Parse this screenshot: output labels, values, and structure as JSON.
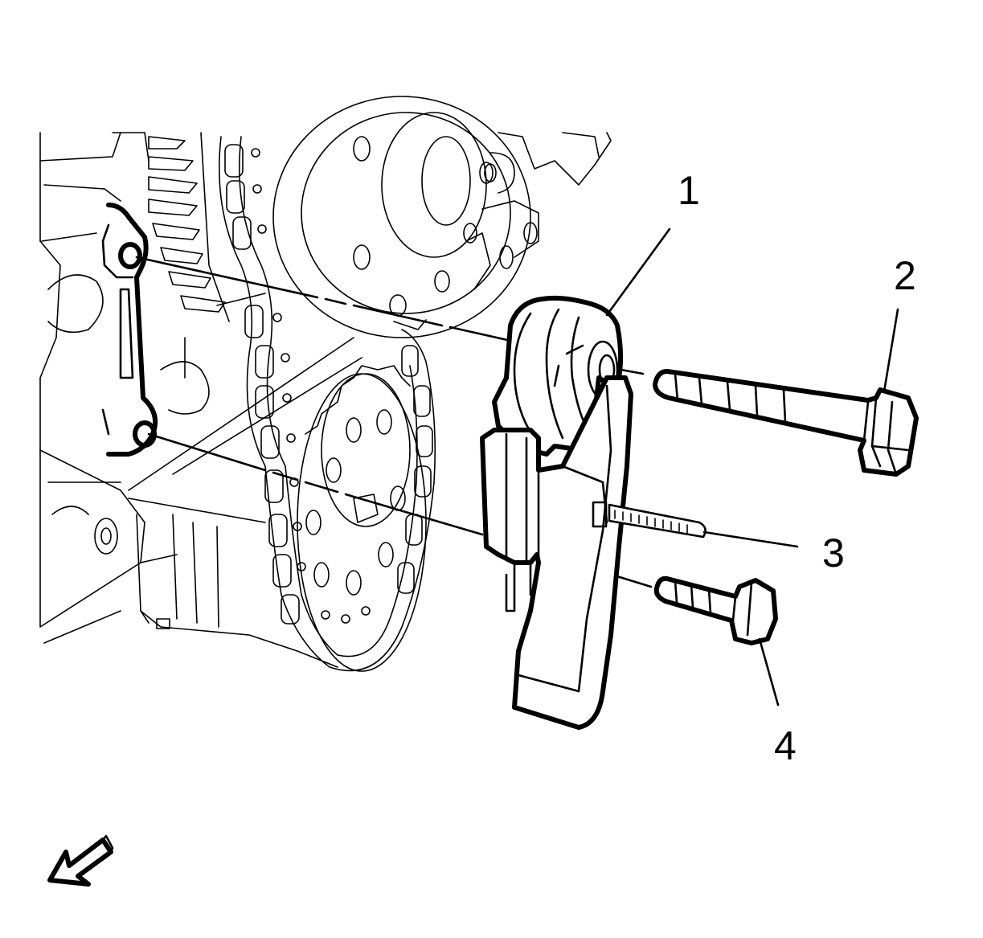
{
  "callouts": [
    {
      "id": "1",
      "label": "1"
    },
    {
      "id": "2",
      "label": "2"
    },
    {
      "id": "3",
      "label": "3"
    },
    {
      "id": "4",
      "label": "4"
    }
  ],
  "colors": {
    "line": "#000000",
    "background": "#ffffff"
  },
  "icons": {
    "direction": "view-direction-arrow-icon"
  }
}
